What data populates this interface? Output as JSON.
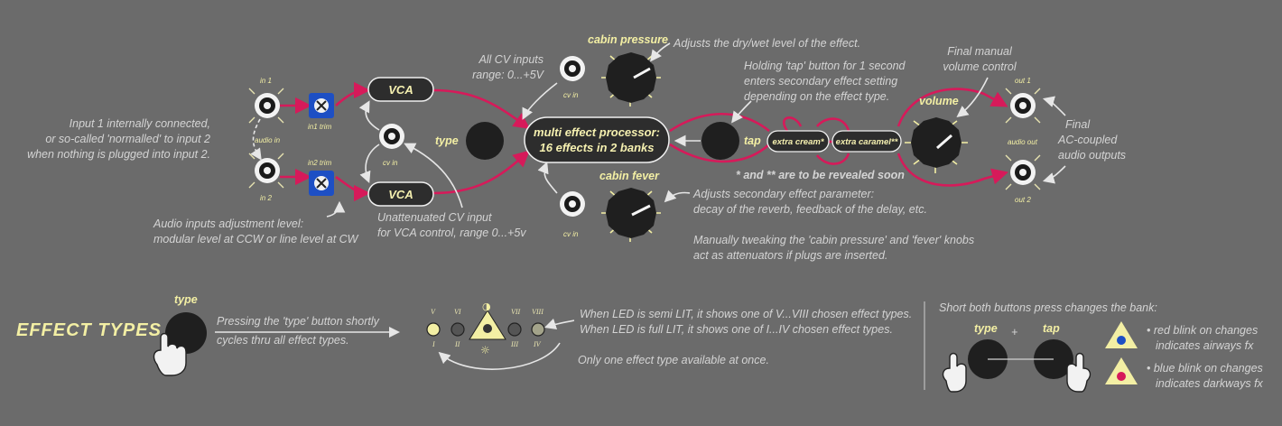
{
  "colors": {
    "background": "#6b6b6b",
    "accent": "#f3efa4",
    "signal": "#d61a5a",
    "knob": "#1f1f1f",
    "trim": "#1d4fc4"
  },
  "labels": {
    "in1": "in 1",
    "in2": "in 2",
    "audio_in": "audio in",
    "in1_trim": "in1 trim",
    "in2_trim": "in2 trim",
    "cv_in": "cv in",
    "vca": "VCA",
    "type": "type",
    "tap": "tap",
    "processor_line1": "multi effect processor:",
    "processor_line2": "16 effects in 2 banks",
    "cabin_pressure": "cabin pressure",
    "cabin_fever": "cabin fever",
    "extra_cream": "extra cream*",
    "extra_caramel": "extra caramel**",
    "volume": "volume",
    "out1": "out 1",
    "out2": "out 2",
    "audio_out": "audio out"
  },
  "notes": {
    "normalled": [
      "Input 1 internally connected,",
      "or so-called 'normalled' to input 2",
      "when nothing is plugged into input 2."
    ],
    "audio_level": [
      "Audio inputs adjustment level:",
      "modular level at CCW or line level at CW"
    ],
    "cv_unatt": [
      "Unattenuated CV input",
      "for VCA control, range 0...+5v"
    ],
    "cv_range": [
      "All CV inputs",
      "range: 0...+5V"
    ],
    "drywet": "Adjusts the dry/wet level of the effect.",
    "holding_tap": [
      "Holding 'tap' button for 1 second",
      "enters secondary effect setting",
      "depending on the effect type."
    ],
    "final_volume": [
      "Final manual",
      "volume control"
    ],
    "final_outputs": [
      "Final",
      "AC-coupled",
      "audio outputs"
    ],
    "revealed": "* and ** are to be revealed soon",
    "secondary_param": [
      "Adjusts secondary effect parameter:",
      "decay of the reverb, feedback of the delay, etc."
    ],
    "attenuators": [
      "Manually tweaking the 'cabin pressure' and 'fever' knobs",
      "act as attenuators if plugs are inserted."
    ]
  },
  "effect_types": {
    "title": "EFFECT TYPES",
    "type_label": "type",
    "pressing": [
      "Pressing the 'type' button shortly",
      "cycles thru all effect types."
    ],
    "roman_top": [
      "V",
      "VI",
      "VII",
      "VIII"
    ],
    "roman_bottom": [
      "I",
      "II",
      "III",
      "IV"
    ],
    "led_note": [
      "When LED is semi LIT, it shows one of V...VIII chosen effect types.",
      "When LED is full LIT, it shows one of I...IV chosen effect types."
    ],
    "one_type": "Only one effect type available at once."
  },
  "bank": {
    "heading": "Short both buttons press changes the bank:",
    "type": "type",
    "plus": "+",
    "tap": "tap",
    "red": [
      "• red blink on changes",
      "indicates airways fx"
    ],
    "blue": [
      "• blue blink on changes",
      "indicates darkways fx"
    ]
  }
}
